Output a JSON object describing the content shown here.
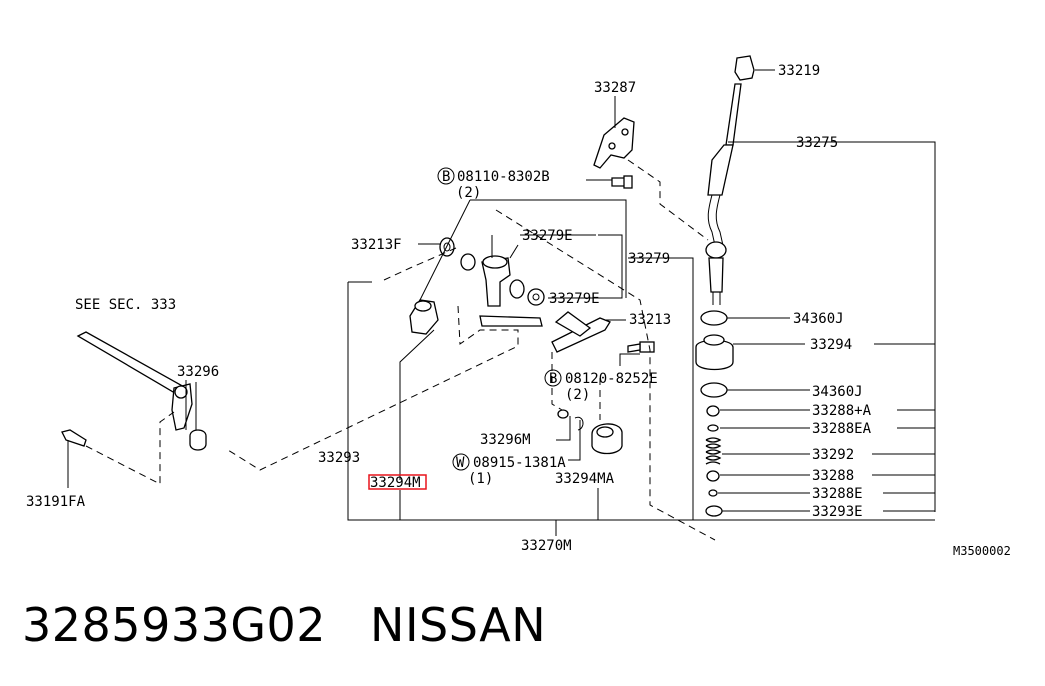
{
  "diagram": {
    "labels": {
      "p33219": "33219",
      "p33287": "33287",
      "p33275": "33275",
      "p08110_8302B": "08110-8302B",
      "p08110_qty": "(2)",
      "p33279E_top": "33279E",
      "p33213F": "33213F",
      "p33279": "33279",
      "p33279E_mid": "33279E",
      "p33213": "33213",
      "p34360J_top": "34360J",
      "p33294": "33294",
      "p08120_8252E": "08120-8252E",
      "p08120_qty": "(2)",
      "p34360J_bot": "34360J",
      "p33288_A": "33288+A",
      "p33288EA": "33288EA",
      "p33292": "33292",
      "p33288": "33288",
      "p33288E": "33288E",
      "p33293E": "33293E",
      "see_sec": "SEE SEC. 333",
      "p33296": "33296",
      "p33296M": "33296M",
      "p08915_1381A": "08915-1381A",
      "p08915_qty": "(1)",
      "p33293": "33293",
      "p33294M": "33294M",
      "p33294MA": "33294MA",
      "p33191FA": "33191FA",
      "p33270M": "33270M",
      "circle_B1": "B",
      "circle_B2": "B",
      "circle_W": "W"
    },
    "figure_ref": "M3500002",
    "highlight_color": "#e8131b"
  },
  "footer": {
    "part_number": "3285933G02",
    "brand": "NISSAN"
  }
}
